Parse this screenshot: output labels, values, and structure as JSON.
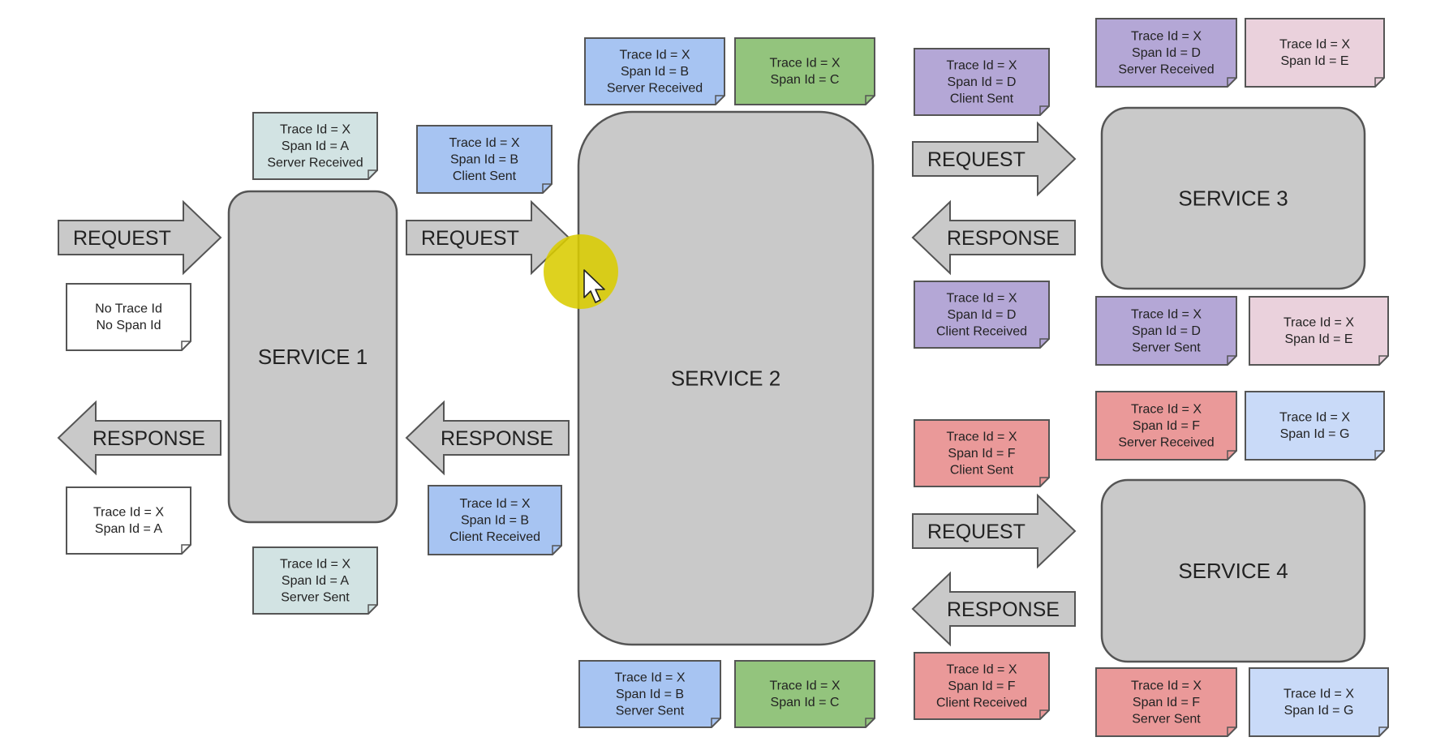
{
  "colors": {
    "service_fill": "#c9c9c9",
    "arrow_fill": "#c9c9c9",
    "outline": "#555555",
    "note_white": "#ffffff",
    "note_teal": "#d2e3e3",
    "note_blue": "#a7c4f2",
    "note_green": "#93c47d",
    "note_purple": "#b4a7d6",
    "note_pink": "#ead1dc",
    "note_red": "#ea9999",
    "note_lightblue": "#c9daf8",
    "cursor_highlight": "#d9cc00"
  },
  "services": [
    {
      "id": "service1",
      "label": "SERVICE 1"
    },
    {
      "id": "service2",
      "label": "SERVICE 2"
    },
    {
      "id": "service3",
      "label": "SERVICE 3"
    },
    {
      "id": "service4",
      "label": "SERVICE 4"
    }
  ],
  "arrows": [
    {
      "id": "a1",
      "label": "REQUEST",
      "direction": "right"
    },
    {
      "id": "a2",
      "label": "RESPONSE",
      "direction": "left"
    },
    {
      "id": "a3",
      "label": "REQUEST",
      "direction": "right"
    },
    {
      "id": "a4",
      "label": "RESPONSE",
      "direction": "left"
    },
    {
      "id": "a5",
      "label": "REQUEST",
      "direction": "right"
    },
    {
      "id": "a6",
      "label": "RESPONSE",
      "direction": "left"
    },
    {
      "id": "a7",
      "label": "REQUEST",
      "direction": "right"
    },
    {
      "id": "a8",
      "label": "RESPONSE",
      "direction": "left"
    }
  ],
  "notes": [
    {
      "id": "n1",
      "color": "note_white",
      "lines": [
        "No Trace Id",
        "No Span Id"
      ]
    },
    {
      "id": "n2",
      "color": "note_white",
      "lines": [
        "Trace Id = X",
        "Span Id = A"
      ]
    },
    {
      "id": "n3",
      "color": "note_teal",
      "lines": [
        "Trace Id = X",
        "Span Id = A",
        "Server Received"
      ]
    },
    {
      "id": "n4",
      "color": "note_teal",
      "lines": [
        "Trace Id = X",
        "Span Id = A",
        "Server Sent"
      ]
    },
    {
      "id": "n5",
      "color": "note_blue",
      "lines": [
        "Trace Id = X",
        "Span Id = B",
        "Client Sent"
      ]
    },
    {
      "id": "n6",
      "color": "note_blue",
      "lines": [
        "Trace Id = X",
        "Span Id = B",
        "Client Received"
      ]
    },
    {
      "id": "n7",
      "color": "note_blue",
      "lines": [
        "Trace Id = X",
        "Span Id = B",
        "Server Received"
      ]
    },
    {
      "id": "n8",
      "color": "note_green",
      "lines": [
        "Trace Id = X",
        "Span Id = C"
      ]
    },
    {
      "id": "n9",
      "color": "note_blue",
      "lines": [
        "Trace Id = X",
        "Span Id = B",
        "Server Sent"
      ]
    },
    {
      "id": "n10",
      "color": "note_green",
      "lines": [
        "Trace Id = X",
        "Span Id = C"
      ]
    },
    {
      "id": "n11",
      "color": "note_purple",
      "lines": [
        "Trace Id = X",
        "Span Id = D",
        "Client Sent"
      ]
    },
    {
      "id": "n12",
      "color": "note_purple",
      "lines": [
        "Trace Id = X",
        "Span Id = D",
        "Client Received"
      ]
    },
    {
      "id": "n13",
      "color": "note_purple",
      "lines": [
        "Trace Id = X",
        "Span Id = D",
        "Server Received"
      ]
    },
    {
      "id": "n14",
      "color": "note_pink",
      "lines": [
        "Trace Id = X",
        "Span Id = E"
      ]
    },
    {
      "id": "n15",
      "color": "note_purple",
      "lines": [
        "Trace Id = X",
        "Span Id = D",
        "Server Sent"
      ]
    },
    {
      "id": "n16",
      "color": "note_pink",
      "lines": [
        "Trace Id = X",
        "Span Id = E"
      ]
    },
    {
      "id": "n17",
      "color": "note_red",
      "lines": [
        "Trace Id = X",
        "Span Id = F",
        "Client Sent"
      ]
    },
    {
      "id": "n18",
      "color": "note_red",
      "lines": [
        "Trace Id = X",
        "Span Id = F",
        "Client Received"
      ]
    },
    {
      "id": "n19",
      "color": "note_red",
      "lines": [
        "Trace Id = X",
        "Span Id = F",
        "Server Received"
      ]
    },
    {
      "id": "n20",
      "color": "note_lightblue",
      "lines": [
        "Trace Id = X",
        "Span Id = G"
      ]
    },
    {
      "id": "n21",
      "color": "note_red",
      "lines": [
        "Trace Id = X",
        "Span Id = F",
        "Server Sent"
      ]
    },
    {
      "id": "n22",
      "color": "note_lightblue",
      "lines": [
        "Trace Id = X",
        "Span Id = G"
      ]
    }
  ],
  "cursor": {
    "icon": "mouse-pointer-icon",
    "highlight": "cursor-highlight"
  }
}
